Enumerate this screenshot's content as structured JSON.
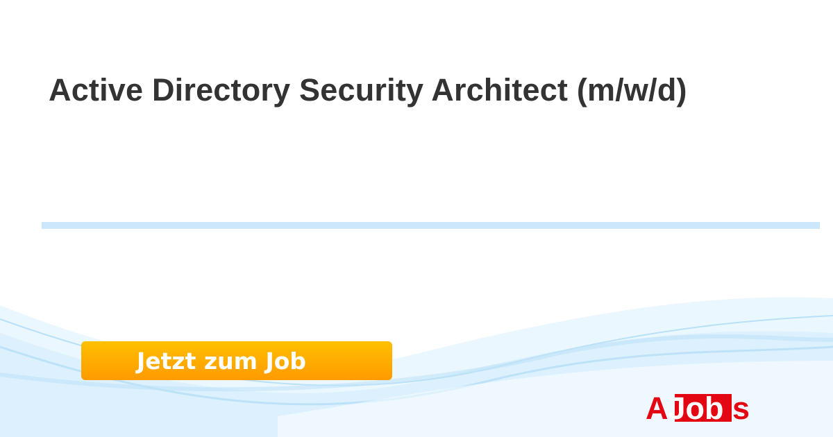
{
  "job": {
    "title": "Active Directory Security Architect (m/w/d)"
  },
  "cta": {
    "label": "Jetzt zum Job"
  },
  "logo": {
    "text_a": "A",
    "text_job": "Job",
    "text_is": "is",
    "brand_color": "#e30613"
  },
  "colors": {
    "accent": "#ffa800",
    "divider": "#cce6fc"
  }
}
